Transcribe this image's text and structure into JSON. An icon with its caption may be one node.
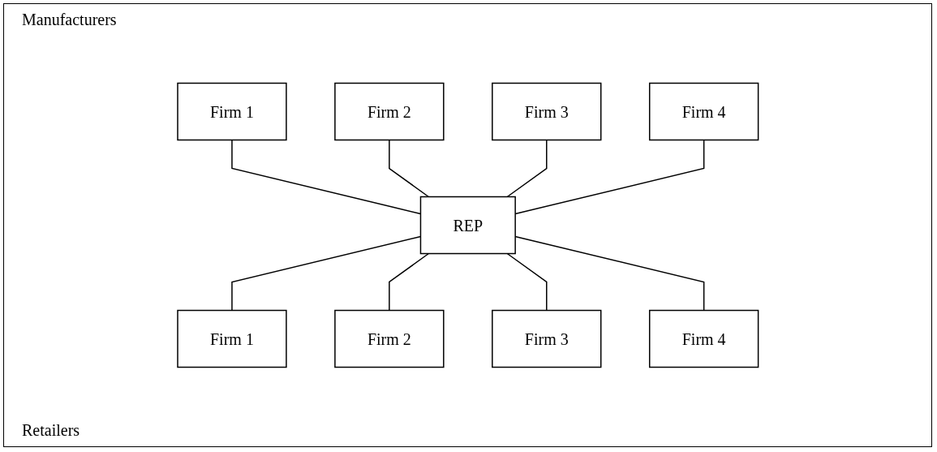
{
  "diagram": {
    "nodes": [
      {
        "text": [
          "Firm 1"
        ]
      },
      {
        "text": [
          "Firm 2"
        ]
      },
      {
        "text": [
          "Firm 3"
        ]
      },
      {
        "text": [
          "Firm 4"
        ]
      },
      {
        "text": [
          "REP"
        ]
      },
      {
        "text": [
          "Firm 1"
        ]
      },
      {
        "text": [
          "Firm 2"
        ]
      },
      {
        "text": [
          "Firm 3"
        ]
      },
      {
        "text": [
          "Firm 4"
        ]
      }
    ],
    "edges": [
      {
        "from": 0,
        "to": 4,
        "arrow": "none"
      },
      {
        "from": 1,
        "to": 4,
        "arrow": "none"
      },
      {
        "from": 2,
        "to": 4,
        "arrow": "none"
      },
      {
        "from": 3,
        "to": 4,
        "arrow": "none"
      },
      {
        "from": 4,
        "to": 5,
        "arrow": "none"
      },
      {
        "from": 4,
        "to": 6,
        "arrow": "none"
      },
      {
        "from": 4,
        "to": 7,
        "arrow": "none"
      },
      {
        "from": 4,
        "to": 8,
        "arrow": "none"
      }
    ],
    "labels": [
      "Manufacturers",
      "Retailers"
    ]
  }
}
